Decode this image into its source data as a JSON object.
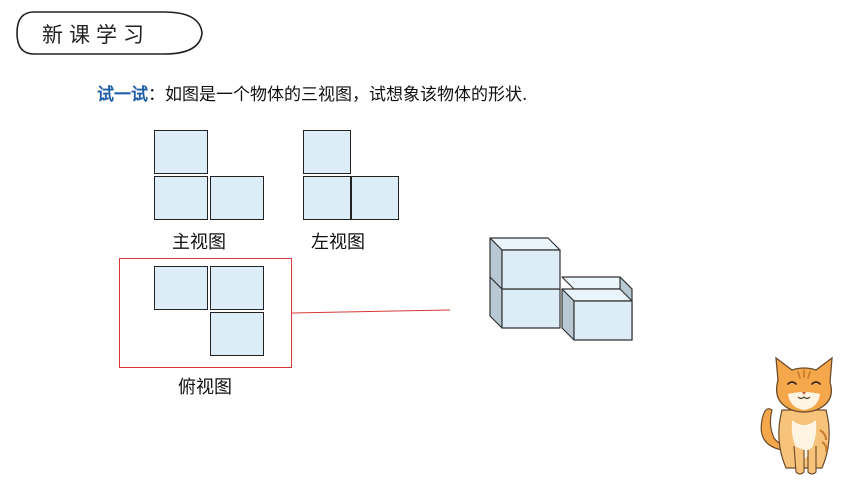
{
  "section_badge": "新课学习",
  "prompt": {
    "keyword": "试一试",
    "colon": "：",
    "text": "如图是一个物体的三视图，试想象该物体的形状."
  },
  "views": {
    "front": "主视图",
    "left": "左视图",
    "top": "俯视图"
  },
  "colors": {
    "cube_fill": "#dcedf8",
    "cube_side": "#b8c9d4",
    "keyword": "#1f5fa6",
    "highlight": "#d83a3a",
    "cat_orange": "#f5a84b"
  }
}
